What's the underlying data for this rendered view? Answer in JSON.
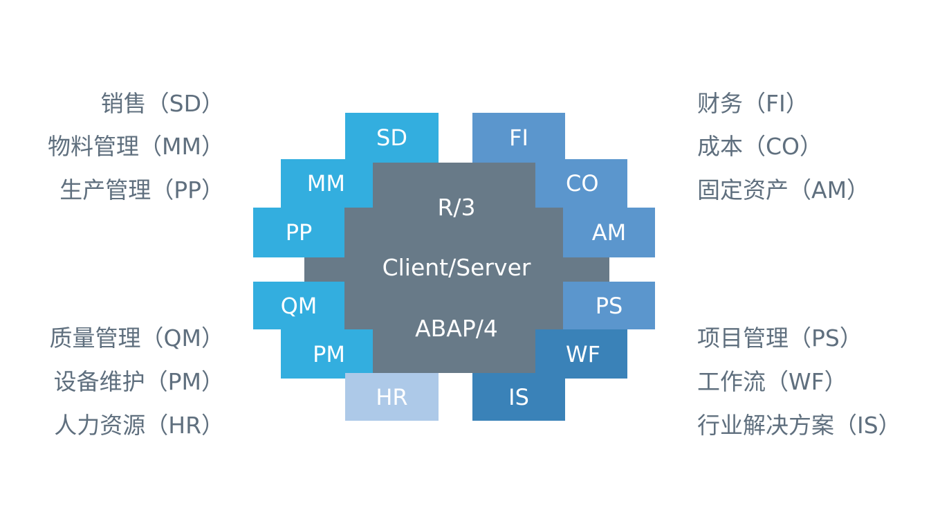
{
  "left_labels": {
    "sd": "销售（SD）",
    "mm": "物料管理（MM）",
    "pp": "生产管理（PP）",
    "qm": "质量管理（QM）",
    "pm": "设备维护（PM）",
    "hr": "人力资源（HR）"
  },
  "right_labels": {
    "fi": "财务（FI）",
    "co": "成本（CO）",
    "am": "固定资产（AM）",
    "ps": "项目管理（PS）",
    "wf": "工作流（WF）",
    "is": "行业解决方案（IS）"
  },
  "modules": {
    "sd": "SD",
    "mm": "MM",
    "pp": "PP",
    "qm": "QM",
    "pm": "PM",
    "hr": "HR",
    "fi": "FI",
    "co": "CO",
    "am": "AM",
    "ps": "PS",
    "wf": "WF",
    "is": "IS"
  },
  "core": {
    "line1": "R/3",
    "line2": "Client/Server",
    "line3": "ABAP/4"
  },
  "colors": {
    "left_modules": "#33aedf",
    "hr_module": "#adc9e8",
    "right_modules": "#5b96cd",
    "right_dark_modules": "#3a82b8",
    "core": "#687a88",
    "label_text": "#5f6f7e"
  }
}
